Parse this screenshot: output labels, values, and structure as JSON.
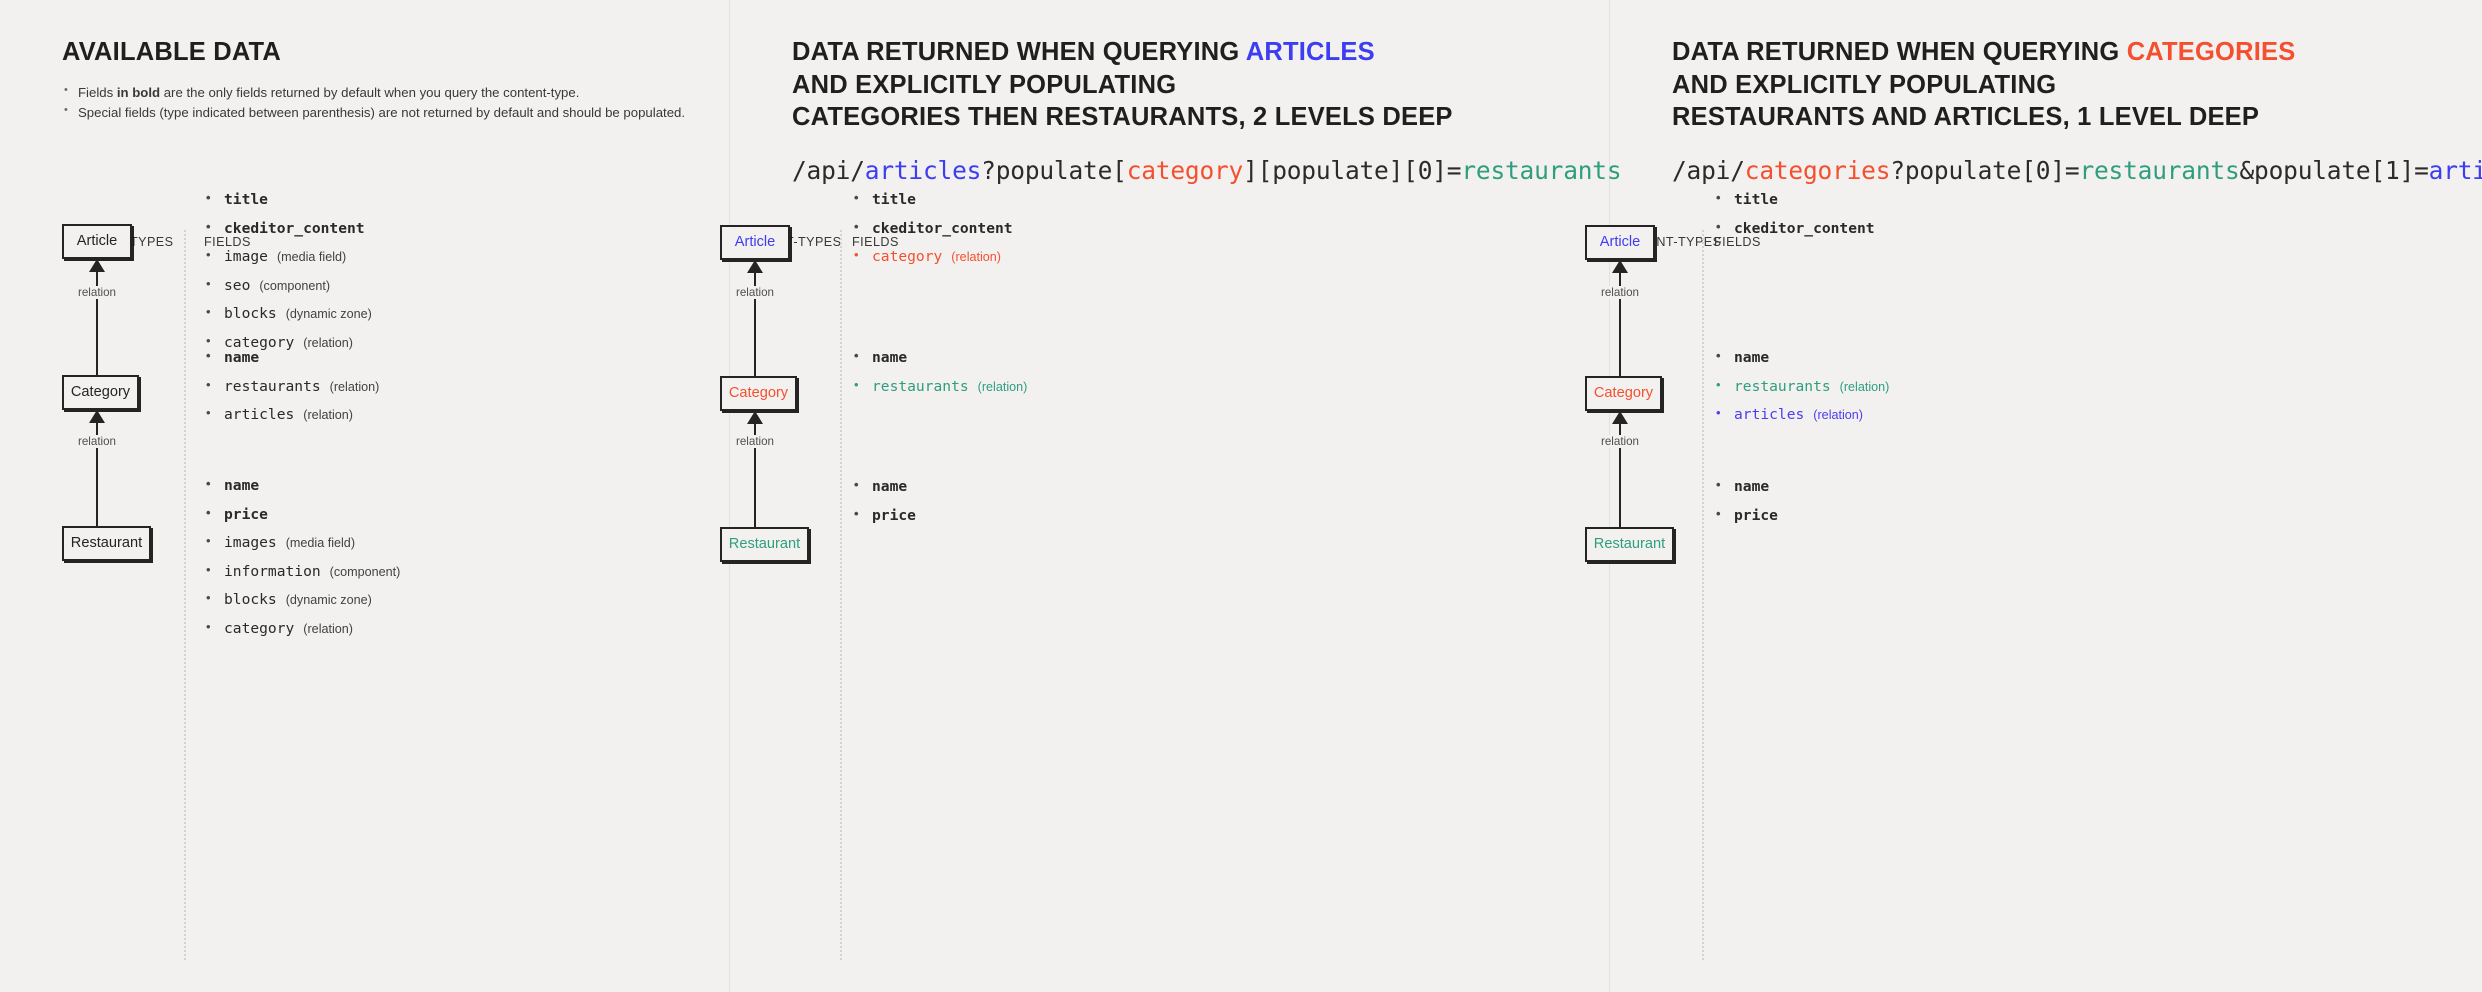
{
  "colors": {
    "background": "#f2f1f0",
    "ink": "#262423",
    "articles_blue": "#3d3df2",
    "categories_red": "#f4502f",
    "restaurants_green": "#2f9e7e"
  },
  "column_headers": {
    "content_types": "CONTENT-TYPES",
    "fields": "FIELDS"
  },
  "relation_label": "relation",
  "panels": [
    {
      "id": "available-data",
      "title": {
        "plain": "AVAILABLE DATA"
      },
      "notes": [
        {
          "pre": "Fields ",
          "bold": "in bold",
          "post": " are the only fields returned by default when you query the content-type."
        },
        {
          "pre": "Special fields (type indicated between parenthesis) are not returned by default and should be populated.",
          "bold": "",
          "post": ""
        }
      ],
      "endpoint": null,
      "nodes": [
        {
          "name": "Article",
          "color": "ink"
        },
        {
          "name": "Category",
          "color": "ink"
        },
        {
          "name": "Restaurant",
          "color": "ink"
        }
      ],
      "field_groups": [
        {
          "owner": "Article",
          "items": [
            {
              "name": "title",
              "type": "",
              "bold": true,
              "color": ""
            },
            {
              "name": "ckeditor_content",
              "type": "",
              "bold": true,
              "color": ""
            },
            {
              "name": "image",
              "type": "(media field)",
              "bold": false,
              "color": ""
            },
            {
              "name": "seo",
              "type": "(component)",
              "bold": false,
              "color": ""
            },
            {
              "name": "blocks",
              "type": "(dynamic zone)",
              "bold": false,
              "color": ""
            },
            {
              "name": "category",
              "type": "(relation)",
              "bold": false,
              "color": ""
            }
          ]
        },
        {
          "owner": "Category",
          "items": [
            {
              "name": "name",
              "type": "",
              "bold": true,
              "color": ""
            },
            {
              "name": "restaurants",
              "type": "(relation)",
              "bold": false,
              "color": ""
            },
            {
              "name": "articles",
              "type": "(relation)",
              "bold": false,
              "color": ""
            }
          ]
        },
        {
          "owner": "Restaurant",
          "items": [
            {
              "name": "name",
              "type": "",
              "bold": true,
              "color": ""
            },
            {
              "name": "price",
              "type": "",
              "bold": true,
              "color": ""
            },
            {
              "name": "images",
              "type": "(media field)",
              "bold": false,
              "color": ""
            },
            {
              "name": "information",
              "type": "(component)",
              "bold": false,
              "color": ""
            },
            {
              "name": "blocks",
              "type": "(dynamic zone)",
              "bold": false,
              "color": ""
            },
            {
              "name": "category",
              "type": "(relation)",
              "bold": false,
              "color": ""
            }
          ]
        }
      ]
    },
    {
      "id": "querying-articles",
      "title": {
        "line1_pre": "DATA RETURNED WHEN QUERYING ",
        "line1_accent": "ARTICLES",
        "line1_accent_color": "blue",
        "line2": "AND EXPLICITLY POPULATING",
        "line3": "CATEGORIES THEN RESTAURANTS, 2 LEVELS DEEP"
      },
      "endpoint": {
        "parts": [
          {
            "text": "/api/",
            "color": ""
          },
          {
            "text": "articles",
            "color": "blue"
          },
          {
            "text": "?populate[",
            "color": ""
          },
          {
            "text": "category",
            "color": "red"
          },
          {
            "text": "][populate][0]=",
            "color": ""
          },
          {
            "text": "restaurants",
            "color": "green"
          }
        ]
      },
      "nodes": [
        {
          "name": "Article",
          "color": "blue"
        },
        {
          "name": "Category",
          "color": "red"
        },
        {
          "name": "Restaurant",
          "color": "green"
        }
      ],
      "field_groups": [
        {
          "owner": "Article",
          "items": [
            {
              "name": "title",
              "type": "",
              "bold": true,
              "color": ""
            },
            {
              "name": "ckeditor_content",
              "type": "",
              "bold": true,
              "color": ""
            },
            {
              "name": "category",
              "type": "(relation)",
              "bold": false,
              "color": "red"
            }
          ]
        },
        {
          "owner": "Category",
          "items": [
            {
              "name": "name",
              "type": "",
              "bold": true,
              "color": ""
            },
            {
              "name": "restaurants",
              "type": "(relation)",
              "bold": false,
              "color": "green"
            }
          ]
        },
        {
          "owner": "Restaurant",
          "items": [
            {
              "name": "name",
              "type": "",
              "bold": true,
              "color": ""
            },
            {
              "name": "price",
              "type": "",
              "bold": true,
              "color": ""
            }
          ]
        }
      ]
    },
    {
      "id": "querying-categories",
      "title": {
        "line1_pre": "DATA RETURNED WHEN QUERYING ",
        "line1_accent": "CATEGORIES",
        "line1_accent_color": "red",
        "line2": "AND EXPLICITLY POPULATING",
        "line3": "RESTAURANTS AND ARTICLES, 1 LEVEL DEEP"
      },
      "endpoint": {
        "parts": [
          {
            "text": "/api/",
            "color": ""
          },
          {
            "text": "categories",
            "color": "red"
          },
          {
            "text": "?populate[0]=",
            "color": ""
          },
          {
            "text": "restaurants",
            "color": "green"
          },
          {
            "text": "&populate[1]=",
            "color": ""
          },
          {
            "text": "articles",
            "color": "blue"
          }
        ]
      },
      "nodes": [
        {
          "name": "Article",
          "color": "blue"
        },
        {
          "name": "Category",
          "color": "red"
        },
        {
          "name": "Restaurant",
          "color": "green"
        }
      ],
      "field_groups": [
        {
          "owner": "Article",
          "items": [
            {
              "name": "title",
              "type": "",
              "bold": true,
              "color": ""
            },
            {
              "name": "ckeditor_content",
              "type": "",
              "bold": true,
              "color": ""
            }
          ]
        },
        {
          "owner": "Category",
          "items": [
            {
              "name": "name",
              "type": "",
              "bold": true,
              "color": ""
            },
            {
              "name": "restaurants",
              "type": "(relation)",
              "bold": false,
              "color": "green"
            },
            {
              "name": "articles",
              "type": "(relation)",
              "bold": false,
              "color": "blue"
            }
          ]
        },
        {
          "owner": "Restaurant",
          "items": [
            {
              "name": "name",
              "type": "",
              "bold": true,
              "color": ""
            },
            {
              "name": "price",
              "type": "",
              "bold": true,
              "color": ""
            }
          ]
        }
      ]
    }
  ]
}
